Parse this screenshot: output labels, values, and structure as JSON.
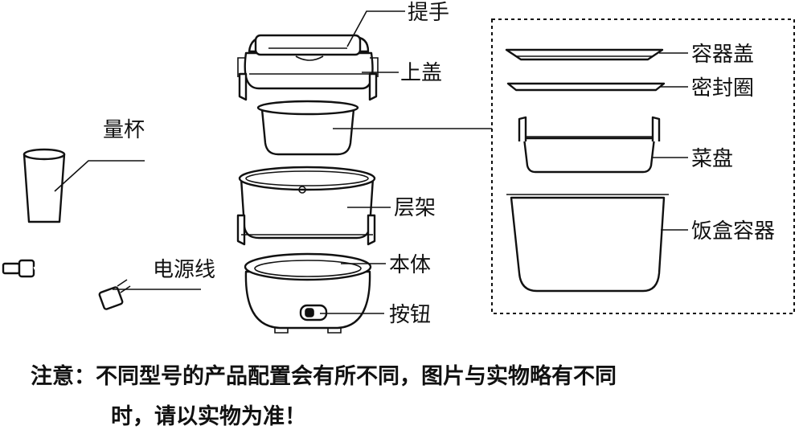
{
  "labels": {
    "handle": "提手",
    "top_lid": "上盖",
    "container_lid": "容器盖",
    "seal_ring": "密封圈",
    "measuring_cup": "量杯",
    "dish_tray": "菜盘",
    "layer_rack": "层架",
    "rice_container": "饭盒容器",
    "power_cord": "电源线",
    "main_body": "本体",
    "button": "按钮"
  },
  "note": {
    "line1": "注意：不同型号的产品配置会有所不同，图片与实物略有不同",
    "line2": "时，请以实物为准！"
  }
}
